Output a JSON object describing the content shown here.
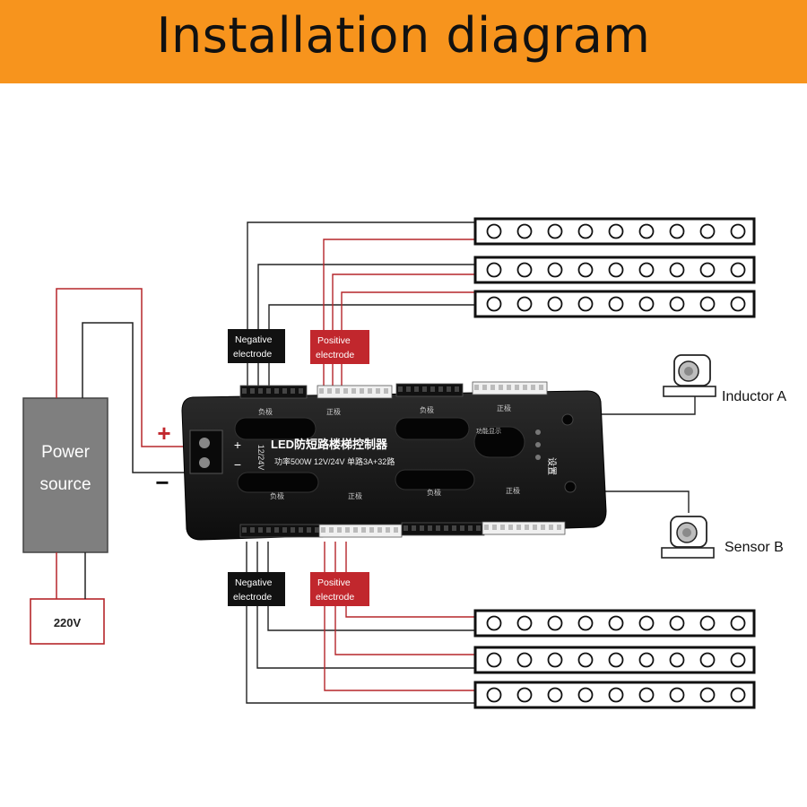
{
  "header": {
    "title": "Installation diagram",
    "background": "#f7941d"
  },
  "power": {
    "label_line1": "Power",
    "label_line2": "source",
    "voltage": "220V",
    "plus": "+",
    "minus": "−"
  },
  "tags": {
    "top_negative": [
      "Negative",
      "electrode"
    ],
    "top_positive": [
      "Positive",
      "electrode"
    ],
    "bottom_negative": [
      "Negative",
      "electrode"
    ],
    "bottom_positive": [
      "Positive",
      "electrode"
    ]
  },
  "sensors": {
    "a": "Inductor A",
    "b": "Sensor B"
  },
  "controller": {
    "title": "LED防短路楼梯控制器",
    "spec": "功率500W   12V/24V   单路3A+32路",
    "input_plus": "+",
    "input_minus": "−",
    "voltage_side": "12/24V",
    "neg_label": "负极",
    "pos_label": "正极",
    "display_label": "功能显示",
    "set_label": "设置"
  },
  "colors": {
    "wire_red": "#b5262a",
    "wire_black": "#222222",
    "tag_red": "#c1272d",
    "tag_black": "#111111",
    "power_box": "#7f7f7f"
  },
  "strips": {
    "top_count": 3,
    "bottom_count": 3,
    "leds_per_strip": 9
  }
}
